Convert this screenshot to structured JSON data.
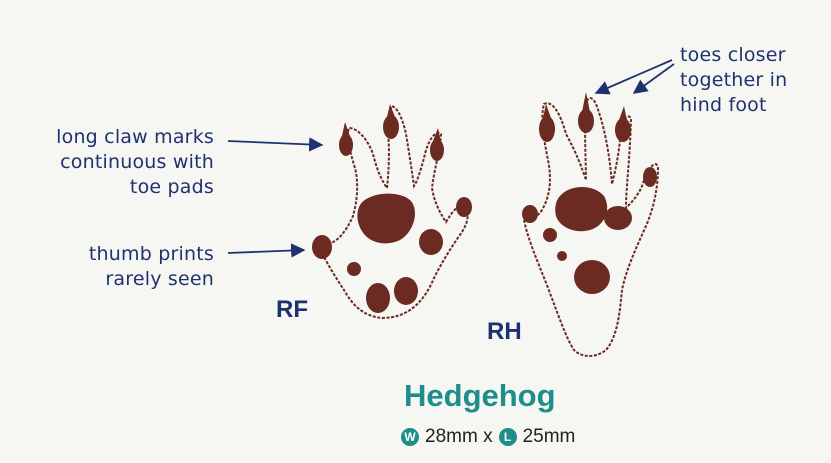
{
  "annotations": {
    "claw": [
      "long claw marks",
      "continuous with",
      "toe pads"
    ],
    "thumb": [
      "thumb prints",
      "rarely seen"
    ],
    "toes": [
      "toes closer",
      "together in",
      "hind foot"
    ]
  },
  "labels": {
    "front": "RF",
    "hind": "RH"
  },
  "title": "Hedgehog",
  "dimensions": {
    "width_badge": "W",
    "width_text": "28mm x",
    "length_badge": "L",
    "length_text": "25mm"
  },
  "colors": {
    "print": "#6b2a22",
    "annotation": "#1f3270",
    "title": "#1e8e8a"
  }
}
